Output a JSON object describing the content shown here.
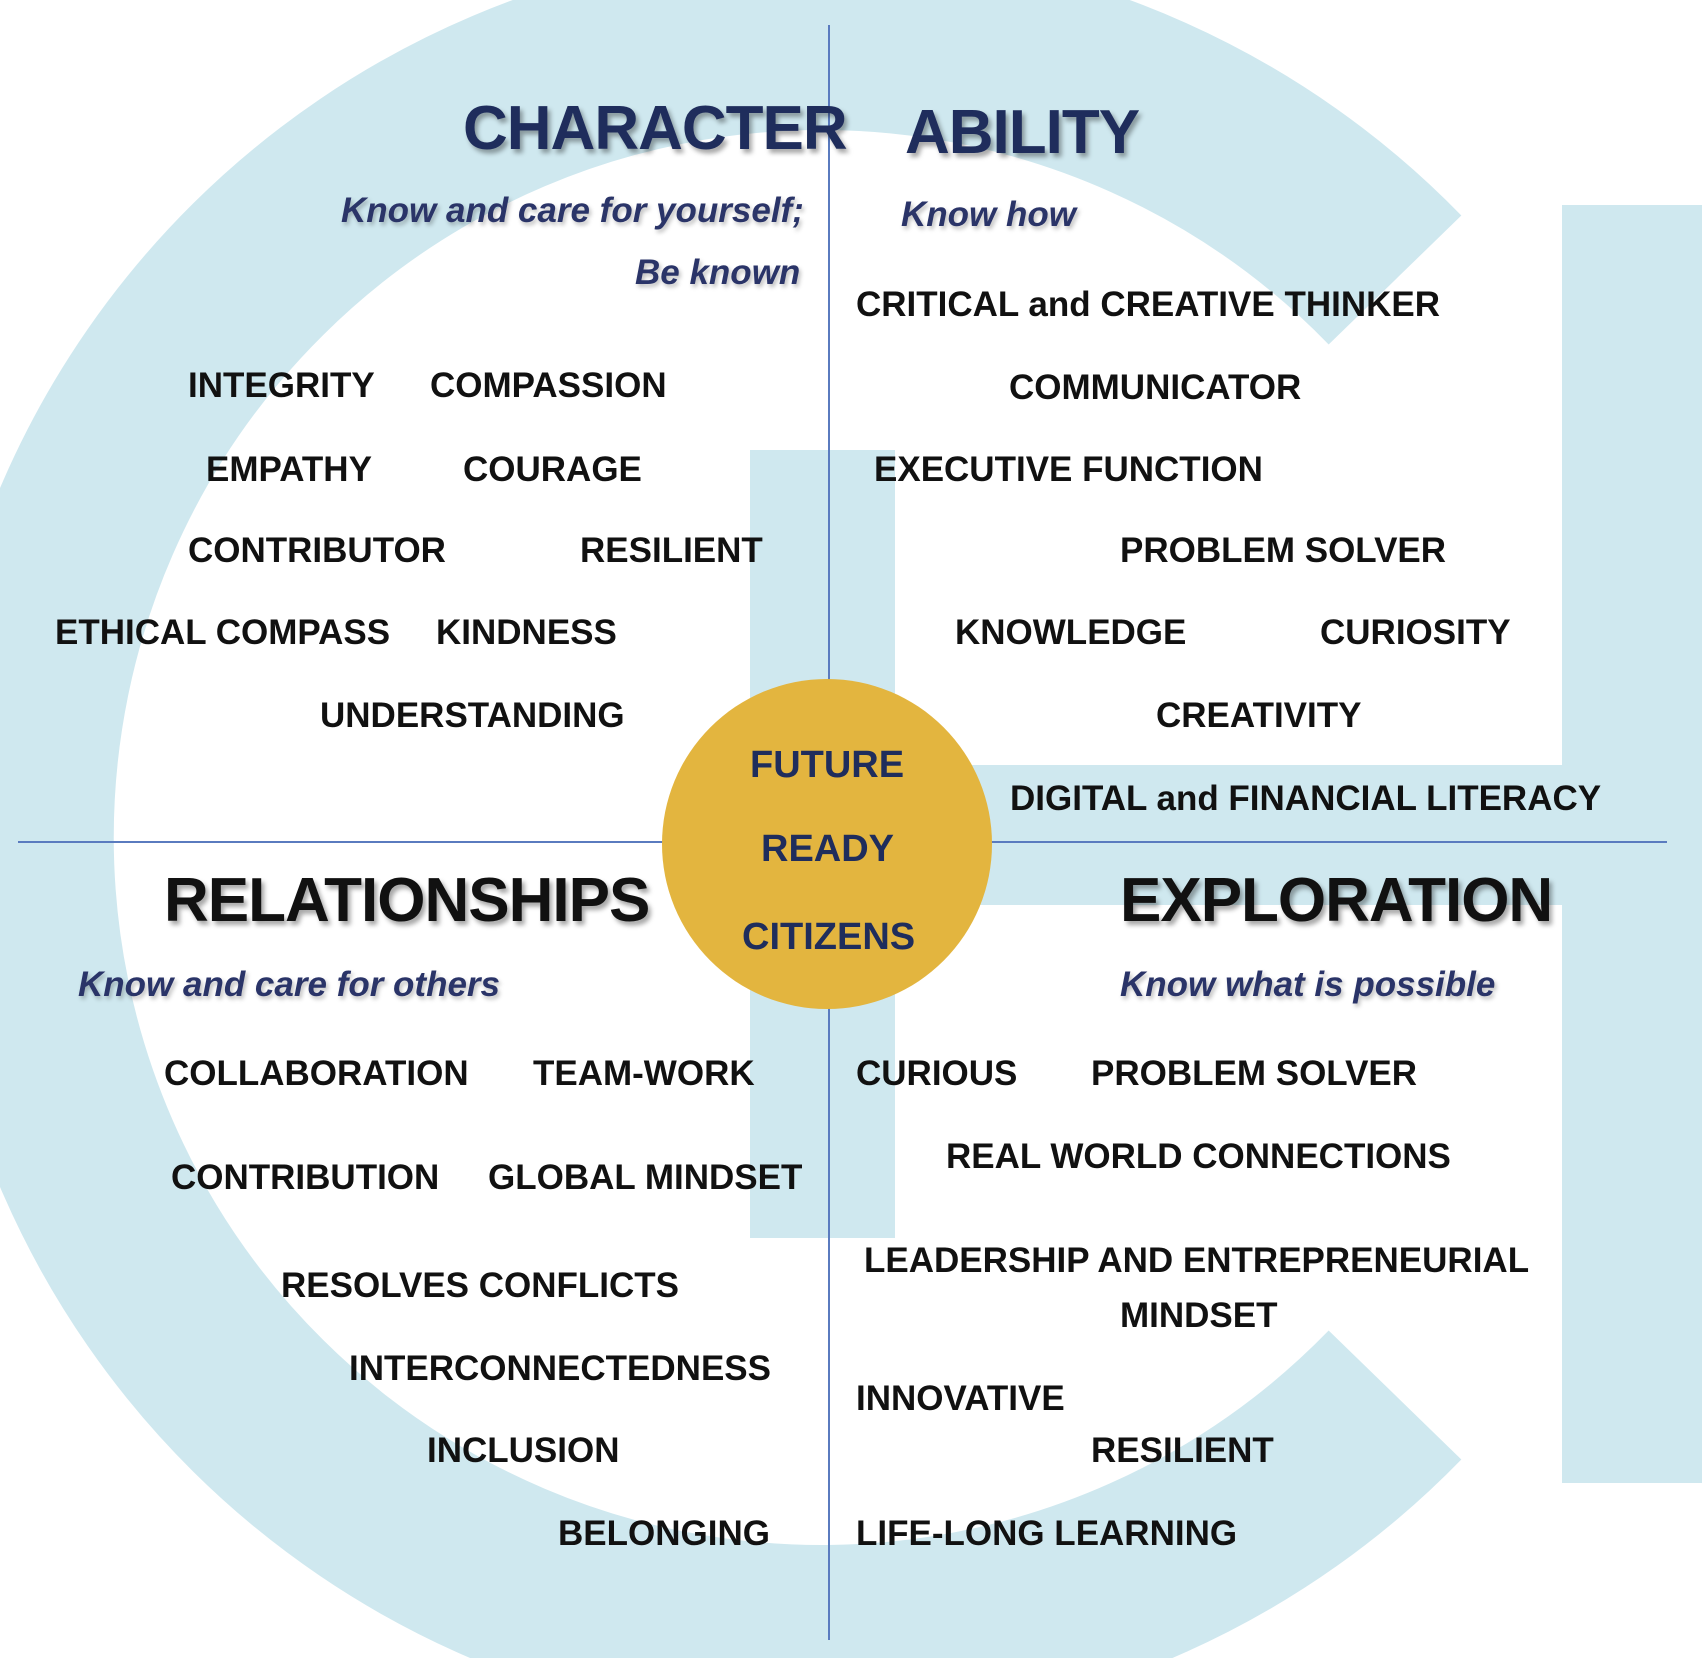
{
  "colors": {
    "background": "#ffffff",
    "shape_fill": "#cfe8ef",
    "divider": "#5a7bbf",
    "circle": "#e3b53f",
    "heading_navy": "#1f2d5c",
    "subtitle": "#2a3468",
    "item_text": "#111111"
  },
  "center": {
    "line1": "FUTURE",
    "line2": "READY",
    "line3": "CITIZENS"
  },
  "character": {
    "title": "CHARACTER",
    "subtitle_line1": "Know and care for yourself;",
    "subtitle_line2": "Be known",
    "items": [
      "INTEGRITY",
      "COMPASSION",
      "EMPATHY",
      "COURAGE",
      "CONTRIBUTOR",
      "RESILIENT",
      "ETHICAL COMPASS",
      "KINDNESS",
      "UNDERSTANDING"
    ]
  },
  "ability": {
    "title": "ABILITY",
    "subtitle": "Know how",
    "items": [
      "CRITICAL and CREATIVE THINKER",
      "COMMUNICATOR",
      "EXECUTIVE FUNCTION",
      "PROBLEM SOLVER",
      "KNOWLEDGE",
      "CURIOSITY",
      "CREATIVITY",
      "DIGITAL and FINANCIAL LITERACY"
    ]
  },
  "relationships": {
    "title": "RELATIONSHIPS",
    "subtitle": "Know and care for others",
    "items": [
      "COLLABORATION",
      "TEAM-WORK",
      "CONTRIBUTION",
      "GLOBAL MINDSET",
      "RESOLVES CONFLICTS",
      "INTERCONNECTEDNESS",
      "INCLUSION",
      "BELONGING"
    ]
  },
  "exploration": {
    "title": "EXPLORATION",
    "subtitle": "Know what is possible",
    "items": [
      "CURIOUS",
      "PROBLEM SOLVER",
      "REAL WORLD CONNECTIONS",
      "LEADERSHIP AND ENTREPRENEURIAL",
      "MINDSET",
      "INNOVATIVE",
      "RESILIENT",
      "LIFE-LONG LEARNING"
    ]
  }
}
